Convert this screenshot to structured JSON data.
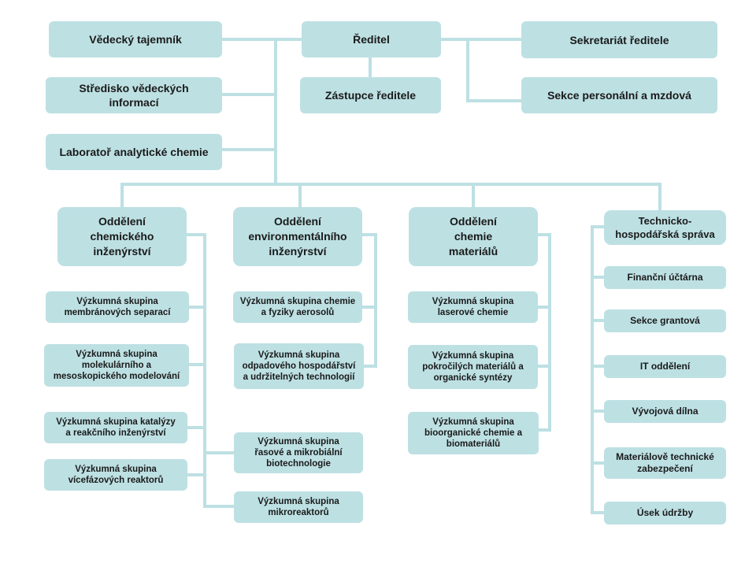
{
  "colors": {
    "box_fill": "#bde0e3",
    "connector": "#bde0e3",
    "background": "#ffffff"
  },
  "top": {
    "director": "Ředitel",
    "deputy": "Zástupce ředitele",
    "scientific_secretary": "Vědecký tajemník",
    "scientific_info_center": "Středisko vědeckých\ninformací",
    "analytical_lab": "Laboratoř analytické chemie",
    "secretariat": "Sekretariát ředitele",
    "personnel_payroll": "Sekce personální a mzdová"
  },
  "departments": {
    "chemical_engineering": {
      "title": "Oddělení\nchemického\ninženýrství",
      "groups": [
        "Výzkumná skupina\nmembránových separací",
        "Výzkumná skupina\nmolekulárního a\nmesoskopického modelování",
        "Výzkumná skupina katalýzy\na reakčního inženýrství",
        "Výzkumná skupina\nvícefázových reaktorů",
        "Výzkumná skupina\nřasové a mikrobiální\nbiotechnologie",
        "Výzkumná skupina\nmikroreaktorů"
      ]
    },
    "environmental_engineering": {
      "title": "Oddělení\nenvironmentálního\ninženýrství",
      "groups": [
        "Výzkumná skupina chemie\na fyziky aerosolů",
        "Výzkumná skupina\nodpadového hospodářství\na udržitelných technologií"
      ]
    },
    "materials_chemistry": {
      "title": "Oddělení\nchemie\nmateriálů",
      "groups": [
        "Výzkumná skupina\nlaserové chemie",
        "Výzkumná skupina\npokročilých materiálů a\norganické syntézy",
        "Výzkumná skupina\nbioorganické chemie a\nbiomateriálů"
      ]
    },
    "technical_economic": {
      "title": "Technicko-\nhospodářská správa",
      "units": [
        "Finanční  účtárna",
        "Sekce grantová",
        "IT oddělení",
        "Vývojová  dílna",
        "Materiálově technické\nzabezpečení",
        "Úsek údržby"
      ]
    }
  }
}
